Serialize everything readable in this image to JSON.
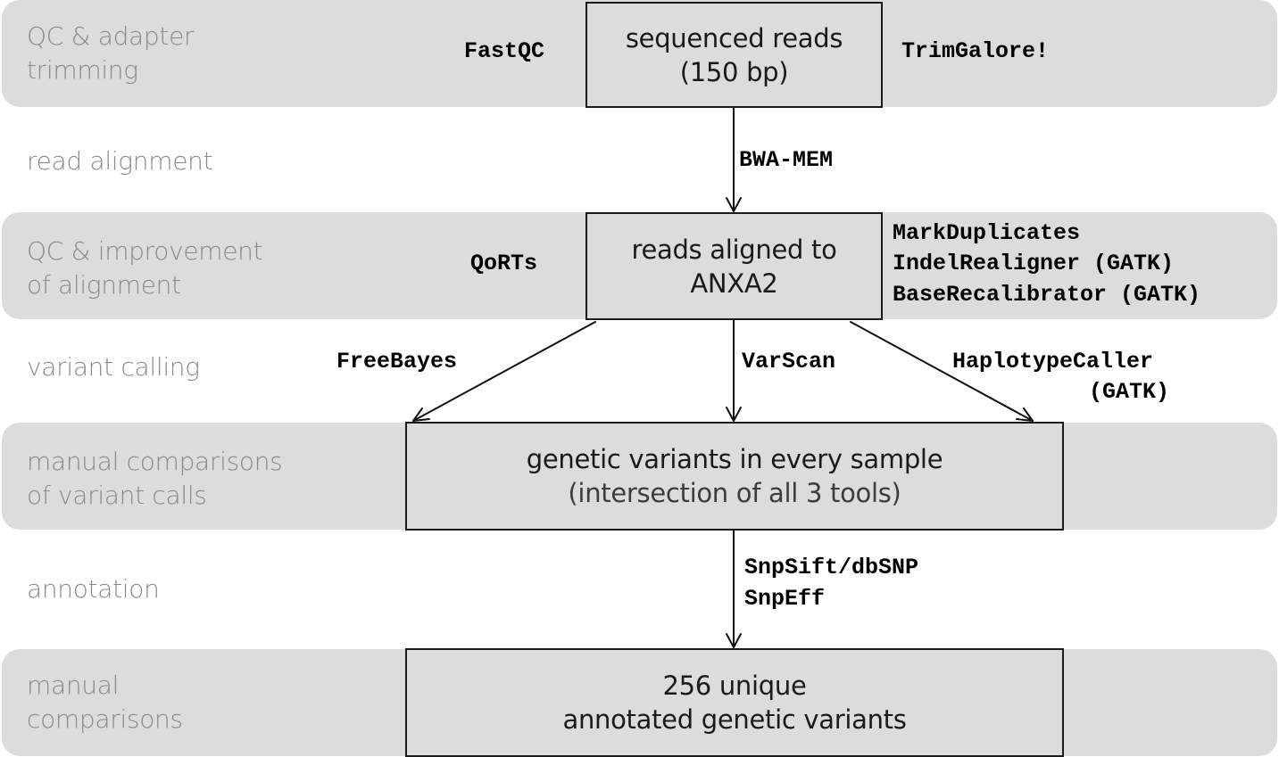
{
  "stages": [
    {
      "lines": [
        "QC & adapter",
        "trimming"
      ]
    },
    {
      "lines": [
        "read alignment"
      ]
    },
    {
      "lines": [
        "QC & improvement",
        "of alignment"
      ]
    },
    {
      "lines": [
        "variant calling"
      ]
    },
    {
      "lines": [
        "manual comparisons",
        "of variant calls"
      ]
    },
    {
      "lines": [
        "annotation"
      ]
    },
    {
      "lines": [
        "manual",
        "comparisons"
      ]
    }
  ],
  "nodes": {
    "reads": {
      "line1": "sequenced reads",
      "line2": "(150 bp)"
    },
    "aligned": {
      "line1": "reads aligned to",
      "line2": "ANXA2"
    },
    "variants": {
      "line1": "genetic variants in every sample",
      "line2": "(intersection of all 3 tools)"
    },
    "annotated": {
      "line1": "256 unique",
      "line2": "annotated genetic variants"
    }
  },
  "tools": {
    "fastqc": "FastQC",
    "trimgalore": "TrimGalore!",
    "bwa": "BWA-MEM",
    "qorts": "QoRTs",
    "markdup": "MarkDuplicates",
    "indel": "IndelRealigner (GATK)",
    "baserecal": "BaseRecalibrator (GATK)",
    "freebayes": "FreeBayes",
    "varscan": "VarScan",
    "haplotype": "HaplotypeCaller",
    "haplotype_gatk": "(GATK)",
    "snpsift": "SnpSift/dbSNP",
    "snpeff": "SnpEff"
  },
  "colors": {
    "band": "#dcdcdc",
    "stage_text": "#8a8a8a",
    "border": "#1a1a1a"
  }
}
